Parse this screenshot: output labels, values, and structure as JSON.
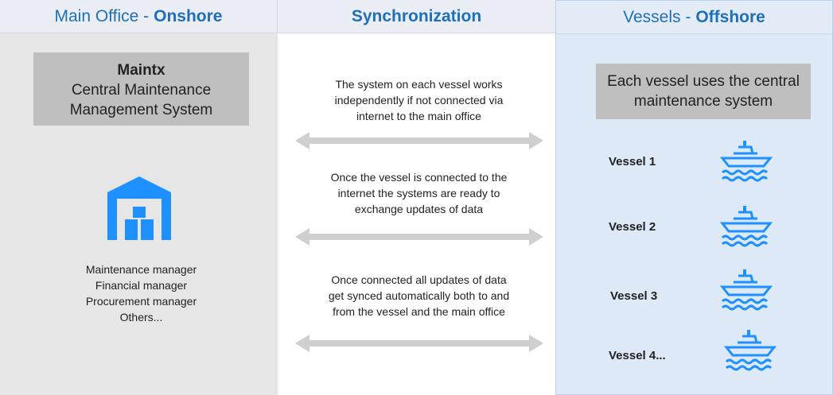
{
  "columns": {
    "left": {
      "title_plain": "Main Office - ",
      "title_bold": "Onshore"
    },
    "middle": {
      "title": "Synchronization"
    },
    "right": {
      "title_plain": "Vessels - ",
      "title_bold": "Offshore"
    }
  },
  "left_box": {
    "line1": "Maintx",
    "line2": "Central Maintenance",
    "line3": "Management System"
  },
  "roles": [
    "Maintenance manager",
    "Financial manager",
    "Procurement manager",
    "Others..."
  ],
  "sync_steps": [
    [
      "The system on each vessel works",
      "independently if not connected via",
      "internet to the main office"
    ],
    [
      "Once the vessel is connected to the",
      "internet the systems are ready to",
      "exchange updates of data"
    ],
    [
      "Once connected all updates of data",
      "get synced automatically both to and",
      "from the vessel and the main office"
    ]
  ],
  "right_box": {
    "line1": "Each vessel uses the central",
    "line2": "maintenance system"
  },
  "vessels": [
    "Vessel 1",
    "Vessel 2",
    "Vessel 3",
    "Vessel 4..."
  ],
  "icons": {
    "warehouse": "warehouse-icon",
    "ship": "ship-icon",
    "arrow": "double-arrow"
  },
  "colors": {
    "accent_blue": "#1f6fb8",
    "icon_blue": "#1e90ff",
    "arrow_gray": "#cfcfcf",
    "box_gray": "#bfbfbf",
    "left_bg": "#e6e6e6",
    "right_bg": "#dde9f6"
  }
}
